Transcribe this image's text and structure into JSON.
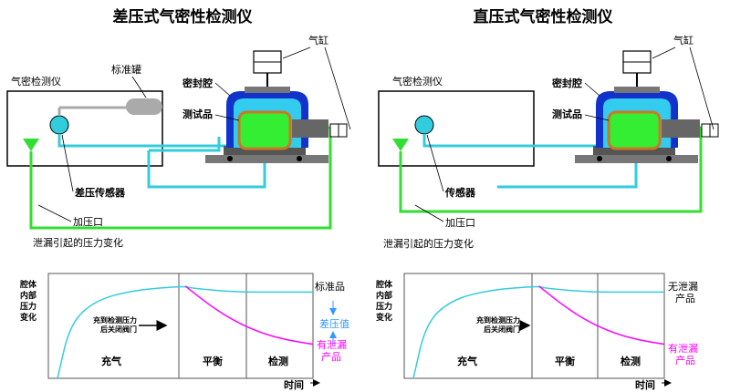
{
  "left": {
    "title": "差压式气密性检测仪",
    "labels": {
      "instrument": "气密检测仪",
      "std_tank": "标准罐",
      "cylinder": "气缸",
      "seal_chamber": "密封腔",
      "test_part": "测试品",
      "sensor": "差压传感器",
      "port": "加压口",
      "caption": "泄漏引起的压力变化"
    },
    "chart": {
      "ylabel": "腔体内部压力变化",
      "xlabel": "时间",
      "phases": [
        "充气",
        "平衡",
        "检测"
      ],
      "annotation": "充到检测压力后关闭阀门",
      "series": [
        {
          "name": "标准品",
          "color": "#33ccdd"
        },
        {
          "name": "有泄漏产品",
          "color": "#ff00ff"
        }
      ],
      "diff_label": "差压值"
    }
  },
  "right": {
    "title": "直压式气密性检测仪",
    "labels": {
      "instrument": "气密检测仪",
      "cylinder": "气缸",
      "seal_chamber": "密封腔",
      "test_part": "测试品",
      "sensor": "传感器",
      "port": "加压口",
      "caption": "泄漏引起的压力变化"
    },
    "chart": {
      "ylabel": "腔体内部压力变化",
      "xlabel": "时间",
      "phases": [
        "充气",
        "平衡",
        "检测"
      ],
      "annotation": "充到检测压力后关闭阀门",
      "series": [
        {
          "name": "无泄漏产品",
          "color": "#33ccdd"
        },
        {
          "name": "有泄漏产品",
          "color": "#ff00ff"
        }
      ]
    }
  },
  "colors": {
    "tube_cyan": "#33ccdd",
    "tube_green": "#33dd33",
    "chamber_blue": "#1133cc",
    "chamber_inner": "#33ccee",
    "part_green": "#33ee33",
    "part_border": "#cc7722",
    "base_gray": "#777777",
    "leak_magenta": "#ff00ff",
    "diff_blue": "#3399ff"
  },
  "chart_data": [
    {
      "type": "line",
      "title": "",
      "xlabel": "时间",
      "ylabel": "腔体内部压力变化",
      "phases": [
        "充气",
        "平衡",
        "检测"
      ],
      "series": [
        {
          "name": "标准品",
          "x": [
            0,
            0.05,
            0.15,
            0.3,
            0.5,
            0.52,
            0.7,
            0.85,
            1.0
          ],
          "y": [
            0,
            0.55,
            0.78,
            0.88,
            0.92,
            0.9,
            0.86,
            0.86,
            0.86
          ]
        },
        {
          "name": "有泄漏产品",
          "x": [
            0.5,
            0.6,
            0.7,
            0.8,
            0.9,
            1.0
          ],
          "y": [
            0.92,
            0.72,
            0.56,
            0.45,
            0.38,
            0.34
          ]
        }
      ]
    },
    {
      "type": "line",
      "title": "",
      "xlabel": "时间",
      "ylabel": "腔体内部压力变化",
      "phases": [
        "充气",
        "平衡",
        "检测"
      ],
      "series": [
        {
          "name": "无泄漏产品",
          "x": [
            0,
            0.05,
            0.15,
            0.3,
            0.5,
            0.52,
            0.7,
            0.85,
            1.0
          ],
          "y": [
            0,
            0.55,
            0.78,
            0.88,
            0.92,
            0.9,
            0.86,
            0.86,
            0.86
          ]
        },
        {
          "name": "有泄漏产品",
          "x": [
            0.5,
            0.6,
            0.7,
            0.8,
            0.9,
            1.0
          ],
          "y": [
            0.92,
            0.72,
            0.56,
            0.45,
            0.38,
            0.34
          ]
        }
      ]
    }
  ]
}
